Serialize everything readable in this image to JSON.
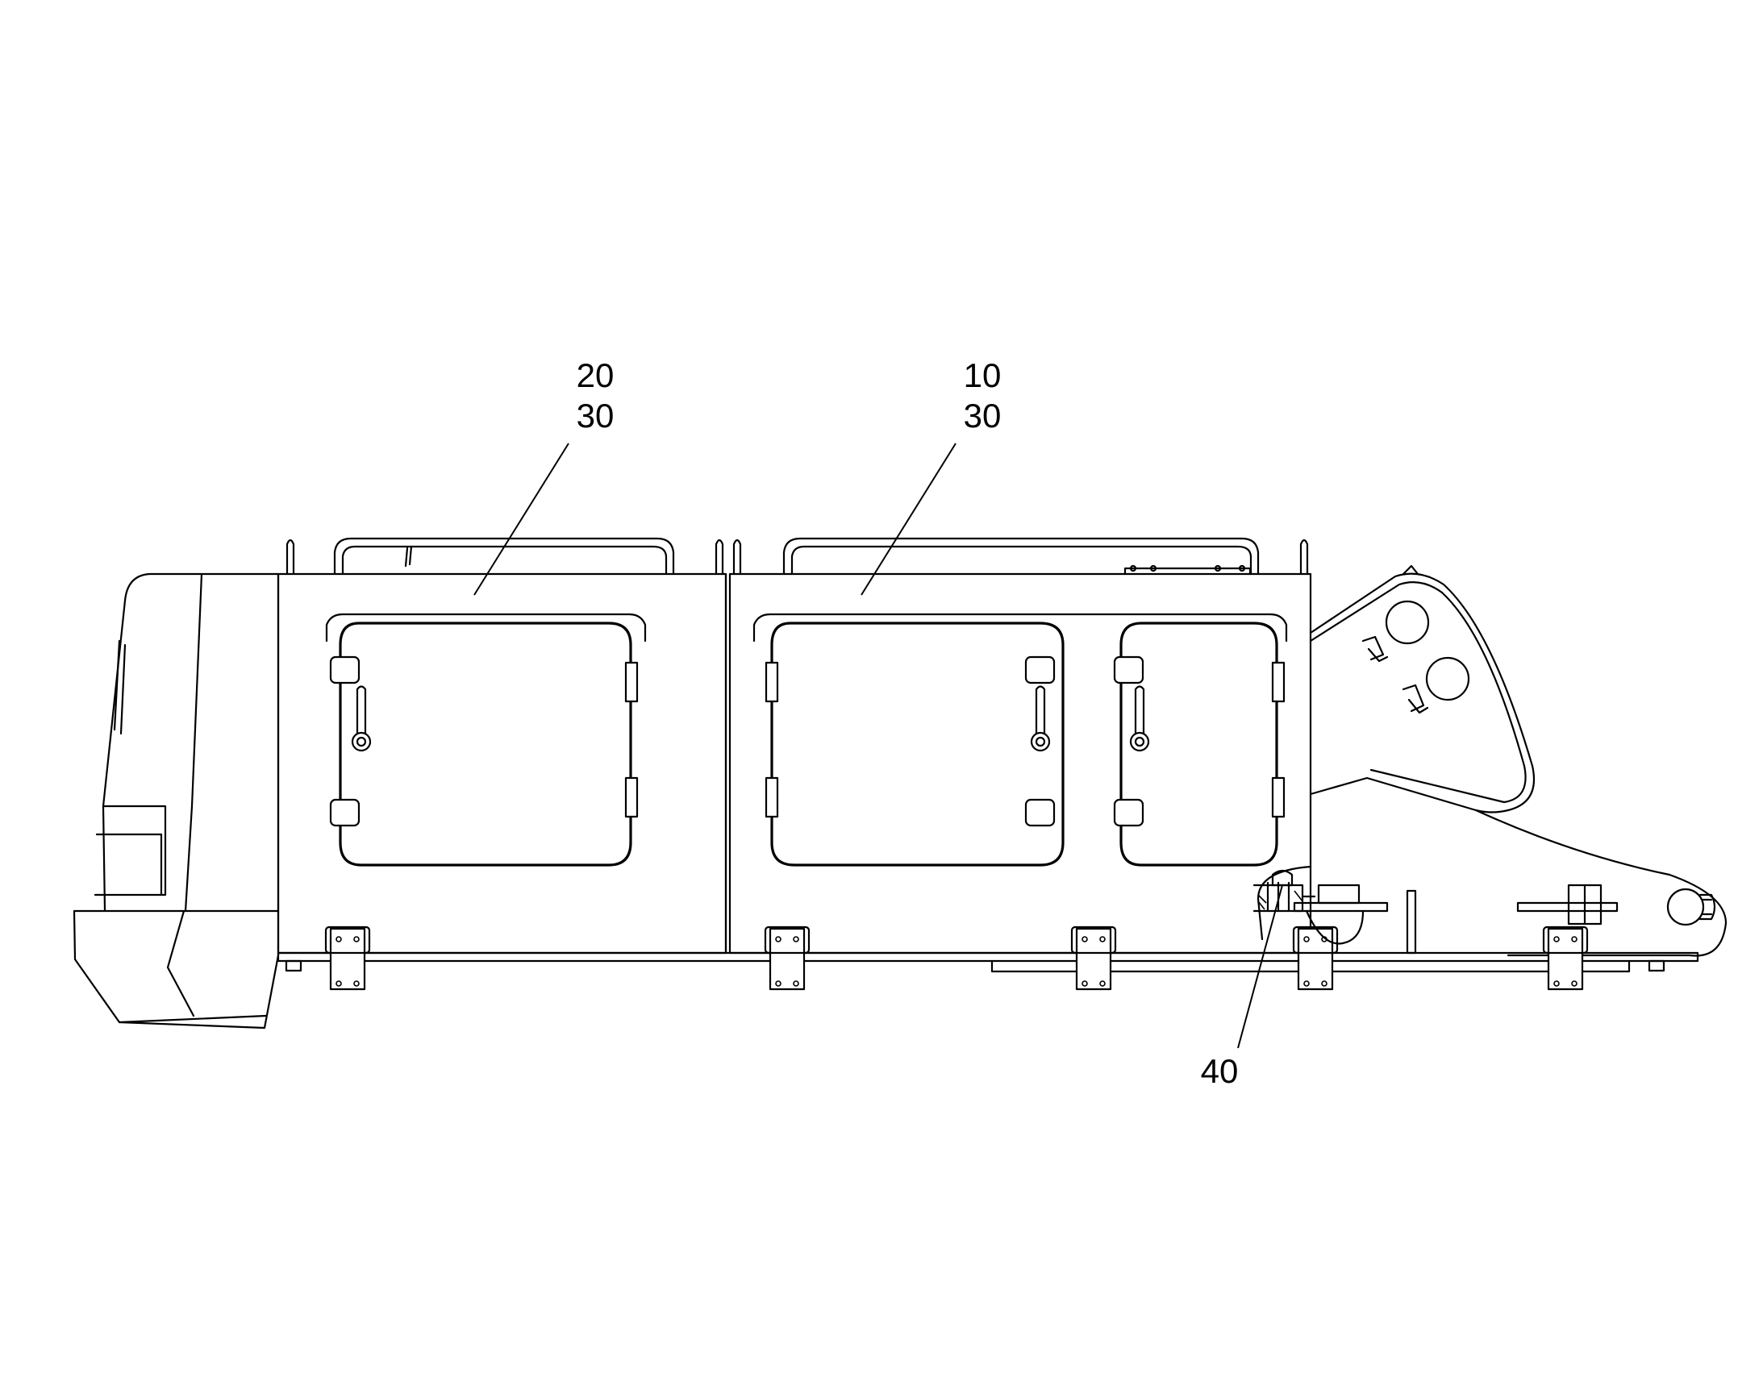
{
  "callouts": {
    "left_cabinet": {
      "line1": "20",
      "line2": "30"
    },
    "right_cabinet": {
      "line1": "10",
      "line2": "30"
    },
    "bottom_part": {
      "line1": "40"
    }
  },
  "colors": {
    "ink": "#000000",
    "background": "#ffffff"
  }
}
